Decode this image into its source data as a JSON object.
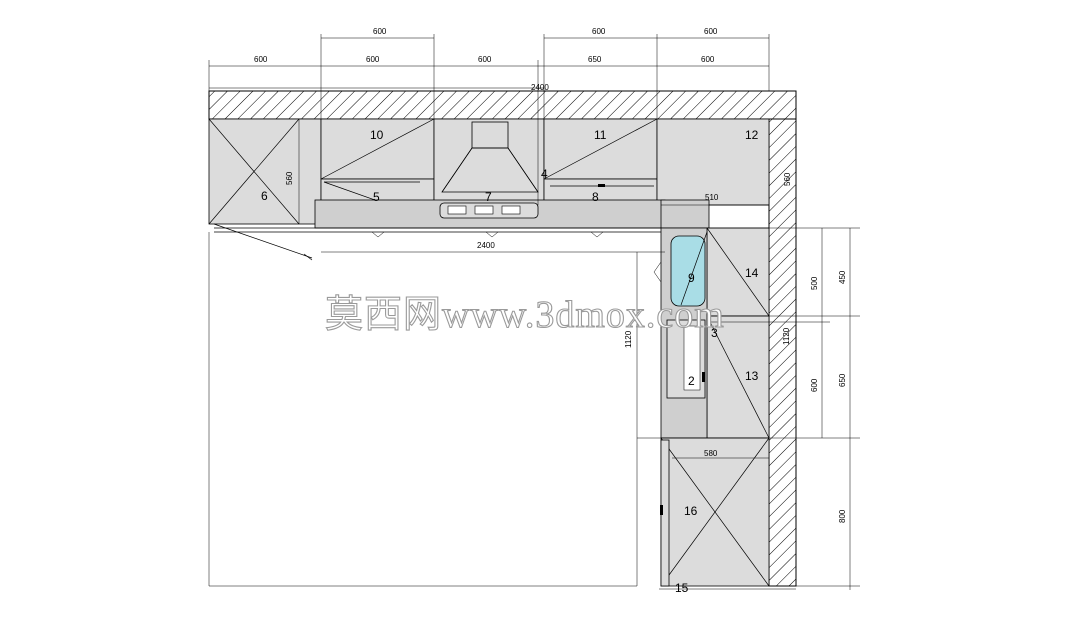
{
  "dimensions": {
    "top_600_a": "600",
    "top_600_b": "600",
    "top_600_c": "600",
    "row_600_left": "600",
    "row_600_a": "600",
    "row_600_b": "600",
    "row_650": "650",
    "row_600_c": "600",
    "overall_2400_top": "2400",
    "overall_2400_mid": "2400",
    "depth_560_left": "560",
    "depth_560_right": "560",
    "depth_510": "510",
    "right_500": "500",
    "right_450": "450",
    "right_600": "600",
    "right_650": "650",
    "right_1120_outer": "1120",
    "right_1120_inner": "1120",
    "right_800": "800",
    "bottom_580": "580"
  },
  "cabinets": {
    "c2": "2",
    "c3": "3",
    "c4": "4",
    "c5": "5",
    "c6": "6",
    "c7": "7",
    "c8": "8",
    "c9": "9",
    "c10": "10",
    "c11": "11",
    "c12": "12",
    "c13": "13",
    "c14": "14",
    "c15": "15",
    "c16": "16"
  },
  "watermark": "莫西网www.3dmox.com",
  "colors": {
    "wall_hatch": "#000000",
    "cabinet_fill": "#dcdcdc",
    "sink_fill": "#a9dde6"
  }
}
